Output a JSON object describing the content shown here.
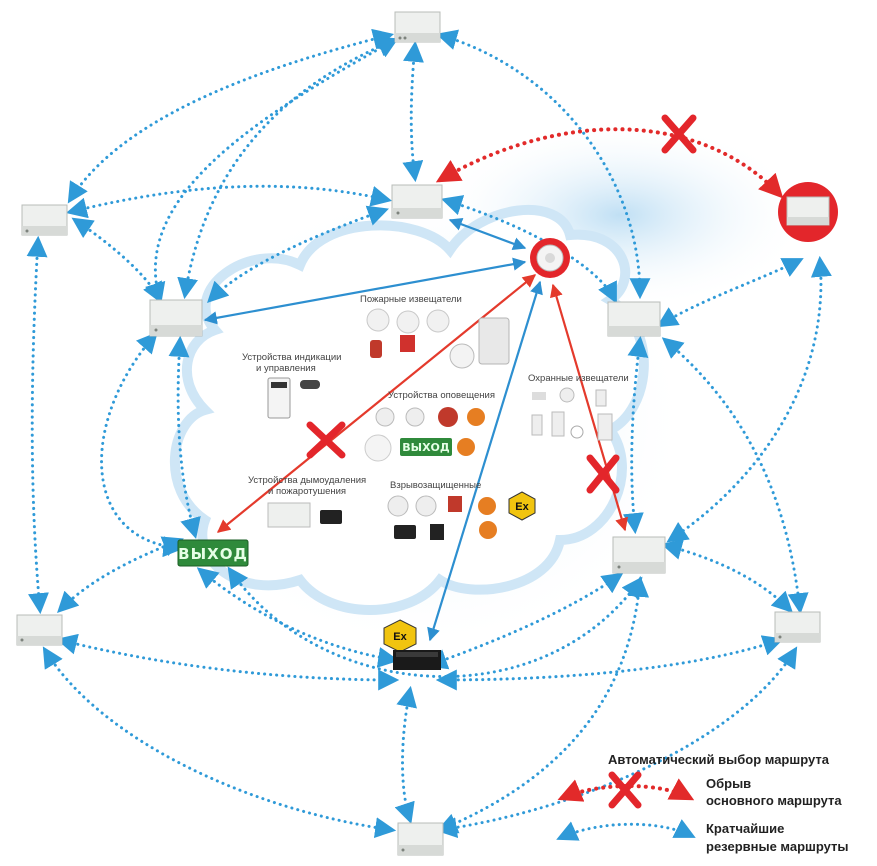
{
  "cloud_labels": {
    "fire_detectors": "Пожарные извещатели",
    "indication_1": "Устройства индикации",
    "indication_2": "и управления",
    "notification": "Устройства оповещения",
    "security": "Охранные извещатели",
    "smoke_1": "Устройства дымоудаления",
    "smoke_2": "и пожаротушения",
    "explosion_proof": "Взрывозащищенные"
  },
  "exit_sign_text": "ВЫХОД",
  "ex_mark": "Ex",
  "legend": {
    "title": "Автоматический выбор маршрута",
    "break_line1": "Обрыв",
    "break_line2": "основного маршрута",
    "backup_line1": "Кратчайшие",
    "backup_line2": "резервные маршруты"
  },
  "colors": {
    "backup_route": "#2f9ad8",
    "broken_route": "#e22a2a",
    "cloud": "#cfe6f6"
  }
}
